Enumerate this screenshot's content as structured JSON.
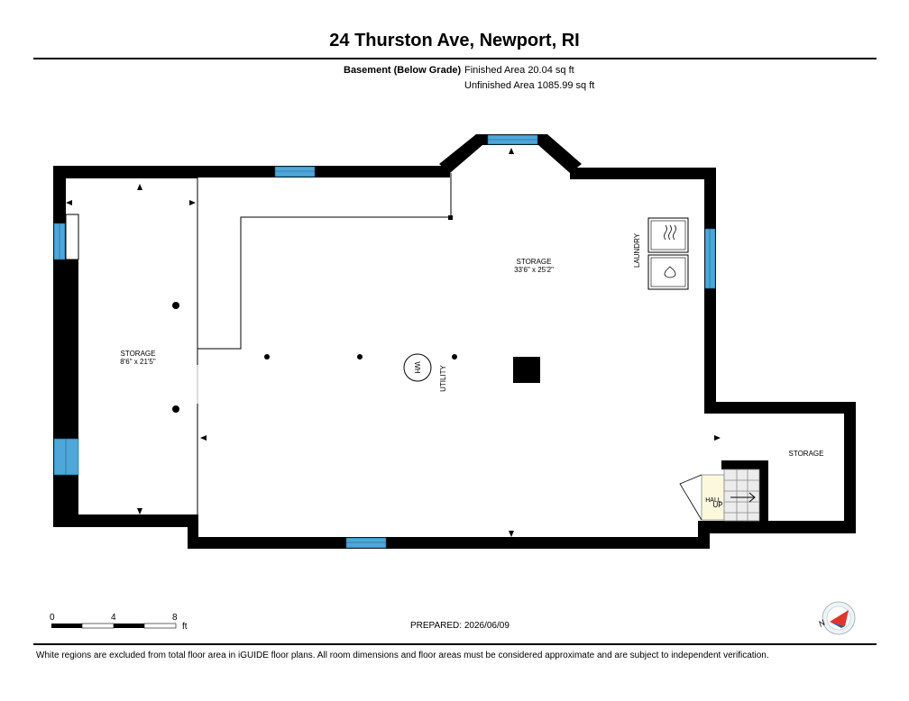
{
  "title": "24 Thurston Ave, Newport, RI",
  "floor": {
    "name": "Basement (Below Grade)",
    "finished_area": "Finished Area 20.04 sq ft",
    "unfinished_area": "Unfinished Area 1085.99 sq ft"
  },
  "rooms": [
    {
      "label": "STORAGE",
      "dims": "8'6\" x 21'5\""
    },
    {
      "label": "STORAGE",
      "dims": "33'6\" x 25'2\""
    },
    {
      "label": "STORAGE",
      "dims": ""
    }
  ],
  "labels": {
    "laundry": "LAUNDRY",
    "utility": "UTILITY",
    "water_heater": "WH",
    "hall": "HALL",
    "up": "UP"
  },
  "scale": {
    "ticks": [
      "0",
      "4",
      "8"
    ],
    "unit": "ft"
  },
  "prepared": "PREPARED: 2026/06/09",
  "footer": "White regions are excluded from total floor area in iGUIDE floor plans. All room dimensions and floor areas must be considered approximate and are subject to independent verification.",
  "compass": {
    "letter": "N",
    "icon": "compass-icon"
  },
  "colors": {
    "wall": "#000000",
    "window": "#4ea7d8",
    "stair_hall": "#fbf8dd"
  }
}
